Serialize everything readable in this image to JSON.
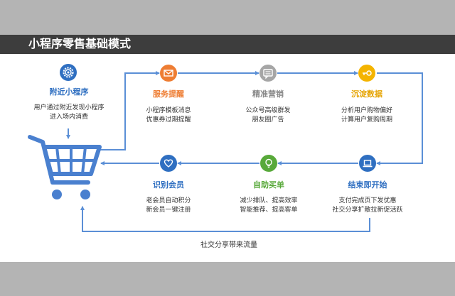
{
  "page": {
    "title": "小程序零售基础模式",
    "colors": {
      "title_bar": "#3d3d3d",
      "line": "#5b8fd6",
      "blue": "#2f6fc1",
      "orange": "#ee7d33",
      "gray": "#a6a6a6",
      "gold": "#f4b400",
      "green": "#58a93a"
    }
  },
  "nodes": {
    "nearby": {
      "label": "附近小程序",
      "desc1": "用户通过附近发现小程序",
      "desc2": "进入场内消费",
      "icon": "gear-icon"
    },
    "service": {
      "label": "服务提醒",
      "desc1": "小程序模板消息",
      "desc2": "优惠券过期提醒",
      "icon": "envelope-icon"
    },
    "marketing": {
      "label": "精准营销",
      "desc1": "公众号高级群发",
      "desc2": "朋友圈广告",
      "icon": "message-icon"
    },
    "data": {
      "label": "沉淀数据",
      "desc1": "分析用户购物偏好",
      "desc2": "计算用户复购周期",
      "icon": "key-icon"
    },
    "member": {
      "label": "识别会员",
      "desc1": "老会员自动积分",
      "desc2": "新会员一键注册",
      "icon": "heart-icon"
    },
    "selfbuy": {
      "label": "自助买单",
      "desc1": "减少排队、提高效率",
      "desc2": "智能推荐、提高客单",
      "icon": "lightbulb-icon"
    },
    "checkout": {
      "label": "结束即开始",
      "desc1": "支付完成页下发优惠",
      "desc2": "社交分享扩散拉新促活跃",
      "icon": "laptop-icon"
    }
  },
  "footer": {
    "label": "社交分享带来流量"
  }
}
